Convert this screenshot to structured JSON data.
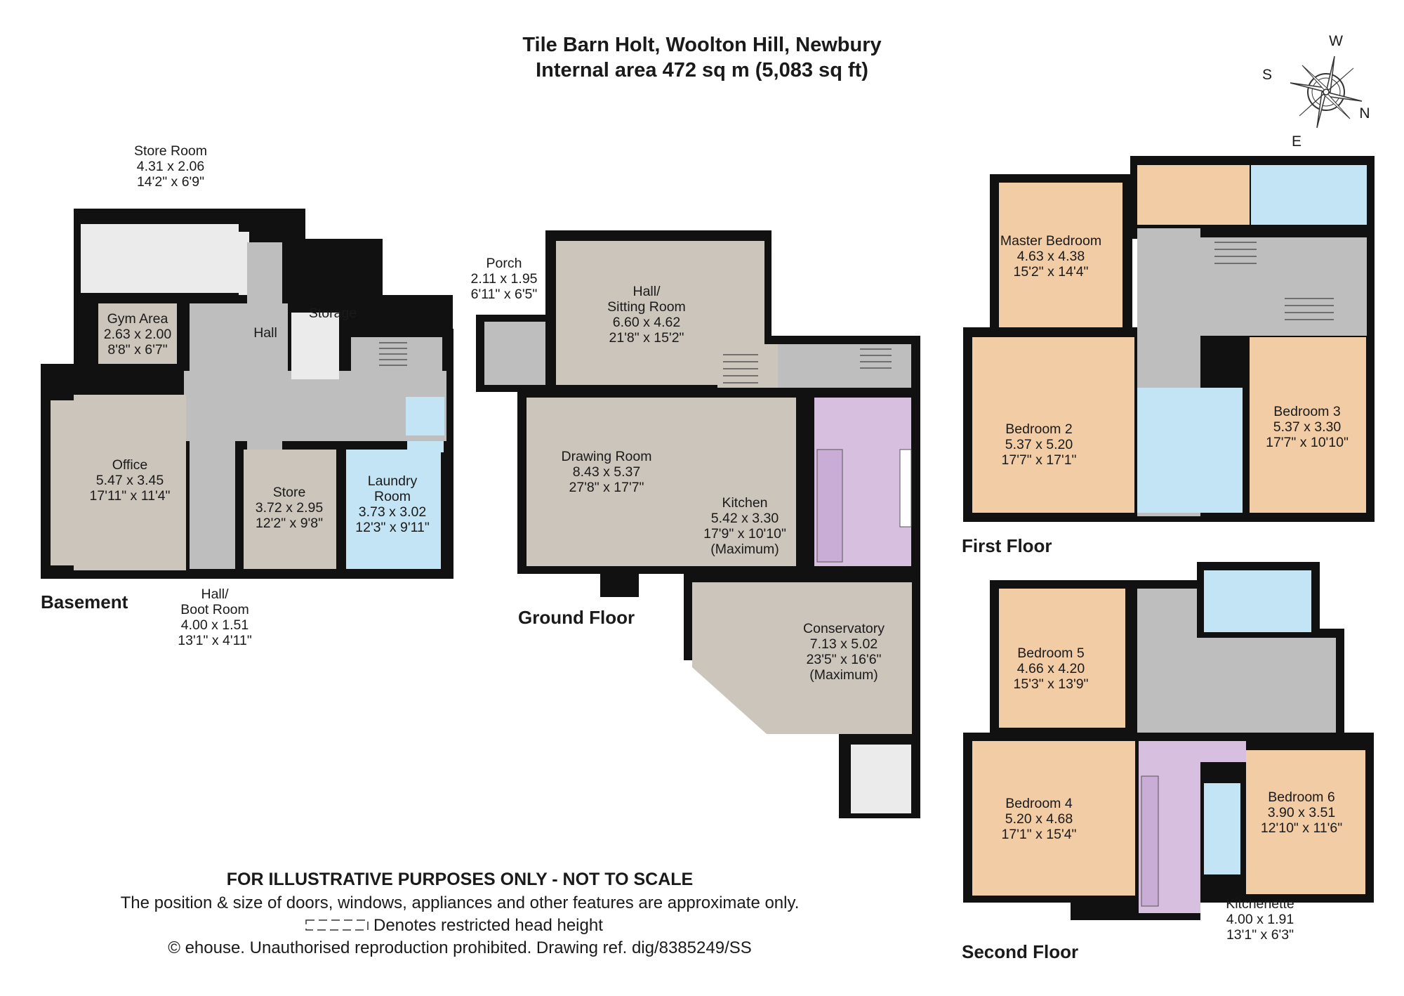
{
  "header": {
    "title": "Tile Barn Holt, Woolton Hill, Newbury",
    "subtitle": "Internal area 472 sq m (5,083 sq ft)"
  },
  "compass": {
    "w": "W",
    "s": "S",
    "n": "N",
    "e": "E"
  },
  "colors": {
    "hall_grey": "#bebebe",
    "room_taupe": "#ccc5bb",
    "bedroom_peach": "#f2cca5",
    "bathroom_blue": "#c2e4f4",
    "kitchen_lilac": "#d7bfe0",
    "store_light": "#ebebeb",
    "wall": "#111111"
  },
  "floors": {
    "basement": "Basement",
    "ground": "Ground Floor",
    "first": "First Floor",
    "second": "Second Floor"
  },
  "rooms": {
    "store_room": {
      "name": "Store Room",
      "metric": "4.31 x 2.06",
      "imperial": "14'2\" x 6'9\""
    },
    "gym_area": {
      "name": "Gym Area",
      "metric": "2.63 x 2.00",
      "imperial": "8'8\" x 6'7\""
    },
    "hall_b": {
      "name": "Hall"
    },
    "storage": {
      "name": "Storage"
    },
    "office": {
      "name": "Office",
      "metric": "5.47 x 3.45",
      "imperial": "17'11\" x 11'4\""
    },
    "store": {
      "name": "Store",
      "metric": "3.72 x 2.95",
      "imperial": "12'2\" x 9'8\""
    },
    "laundry": {
      "name1": "Laundry",
      "name2": "Room",
      "metric": "3.73 x 3.02",
      "imperial": "12'3\" x 9'11\""
    },
    "boot_room": {
      "name1": "Hall/",
      "name2": "Boot Room",
      "metric": "4.00 x 1.51",
      "imperial": "13'1\" x 4'11\""
    },
    "porch": {
      "name": "Porch",
      "metric": "2.11 x 1.95",
      "imperial": "6'11\" x 6'5\""
    },
    "sitting_room": {
      "name1": "Hall/",
      "name2": "Sitting Room",
      "metric": "6.60 x 4.62",
      "imperial": "21'8\" x 15'2\""
    },
    "drawing_room": {
      "name": "Drawing Room",
      "metric": "8.43 x 5.37",
      "imperial": "27'8\" x 17'7\""
    },
    "kitchen": {
      "name": "Kitchen",
      "metric": "5.42 x 3.30",
      "imperial": "17'9\" x 10'10\"",
      "note": "(Maximum)"
    },
    "conservatory": {
      "name": "Conservatory",
      "metric": "7.13 x 5.02",
      "imperial": "23'5\" x 16'6\"",
      "note": "(Maximum)"
    },
    "master_bedroom": {
      "name": "Master Bedroom",
      "metric": "4.63 x 4.38",
      "imperial": "15'2\" x 14'4\""
    },
    "bedroom_2": {
      "name": "Bedroom 2",
      "metric": "5.37 x 5.20",
      "imperial": "17'7\" x 17'1\""
    },
    "bedroom_3": {
      "name": "Bedroom 3",
      "metric": "5.37 x 3.30",
      "imperial": "17'7\" x 10'10\""
    },
    "bedroom_5": {
      "name": "Bedroom 5",
      "metric": "4.66 x 4.20",
      "imperial": "15'3\" x 13'9\""
    },
    "bedroom_4": {
      "name": "Bedroom 4",
      "metric": "5.20 x 4.68",
      "imperial": "17'1\" x 15'4\""
    },
    "bedroom_6": {
      "name": "Bedroom 6",
      "metric": "3.90 x 3.51",
      "imperial": "12'10\" x 11'6\""
    },
    "kitchenette": {
      "name": "Kitchenette",
      "metric": "4.00 x 1.91",
      "imperial": "13'1\" x 6'3\""
    }
  },
  "disclaimer": {
    "heading": "FOR ILLUSTRATIVE PURPOSES ONLY - NOT TO SCALE",
    "line1": "The position & size of doors, windows, appliances and other features are approximate only.",
    "line2": "Denotes restricted head height",
    "line3": "© ehouse. Unauthorised reproduction prohibited. Drawing ref. dig/8385249/SS"
  }
}
